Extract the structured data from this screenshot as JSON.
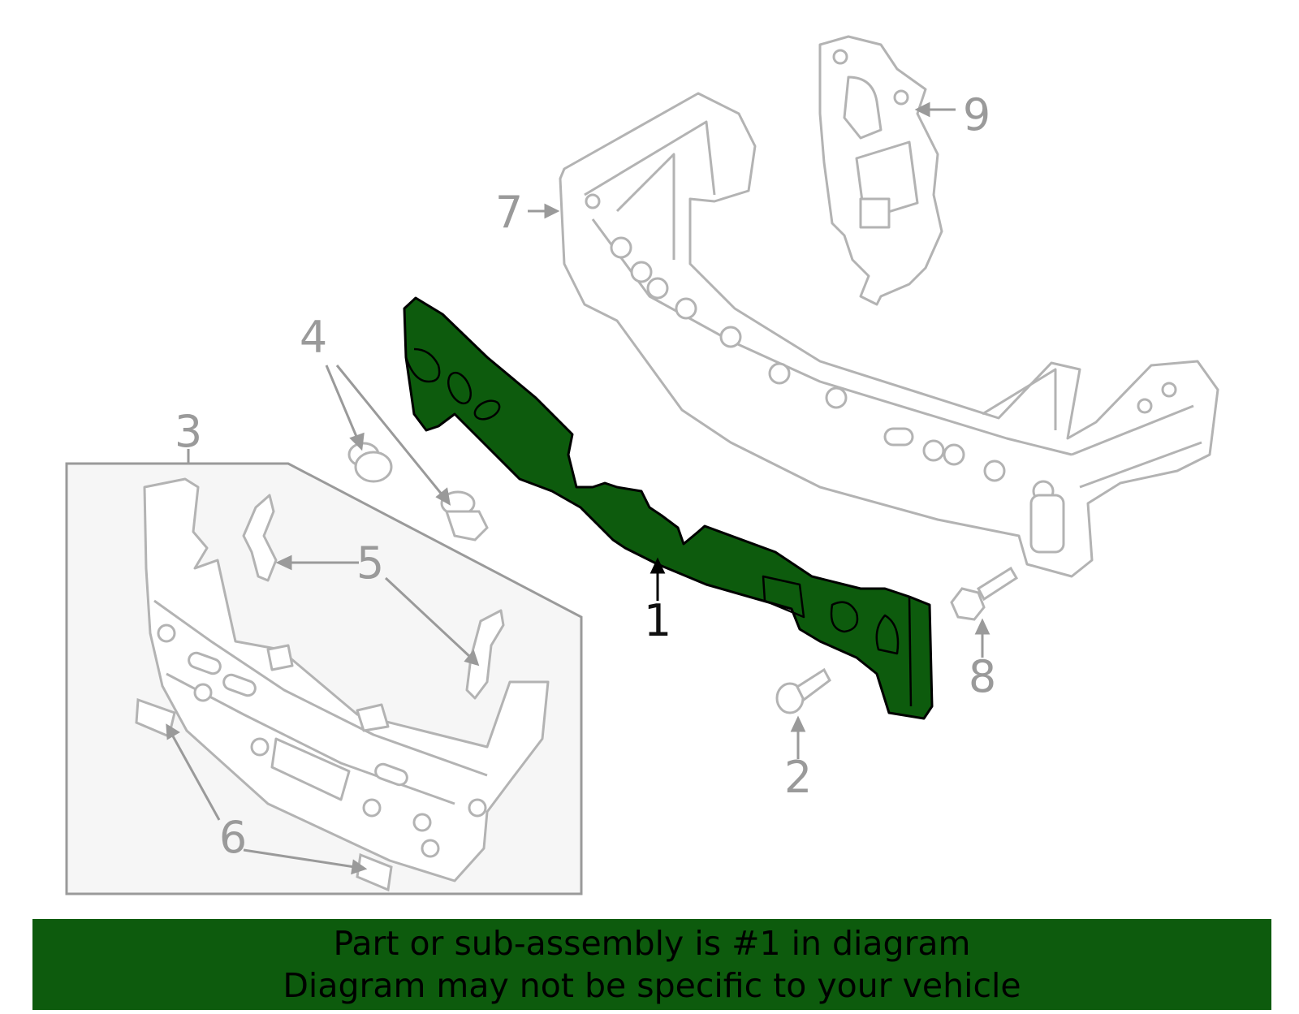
{
  "diagram": {
    "callouts": [
      {
        "id": "1",
        "label": "1"
      },
      {
        "id": "2",
        "label": "2"
      },
      {
        "id": "3",
        "label": "3"
      },
      {
        "id": "4",
        "label": "4"
      },
      {
        "id": "5",
        "label": "5"
      },
      {
        "id": "6",
        "label": "6"
      },
      {
        "id": "7",
        "label": "7"
      },
      {
        "id": "8",
        "label": "8"
      },
      {
        "id": "9",
        "label": "9"
      }
    ],
    "highlight_color": "#0d5b0d",
    "part_color": "#b3b3b3"
  },
  "caption": {
    "line1": "Part or sub-assembly is #1 in diagram",
    "line2": "Diagram may not be specific to your vehicle"
  }
}
